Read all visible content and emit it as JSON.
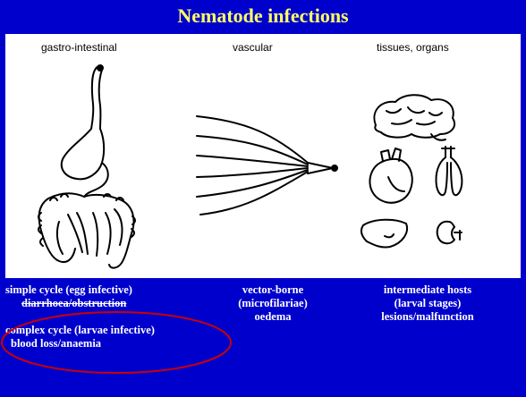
{
  "title": "Nematode infections",
  "columns": {
    "gi": {
      "label": "gastro-intestinal"
    },
    "vascular": {
      "label": "vascular"
    },
    "tissues": {
      "label": "tissues, organs"
    }
  },
  "captions": {
    "simple": {
      "line1": "simple cycle (egg infective)",
      "line2": "diarrhoea/obstruction"
    },
    "complex": {
      "line1": "complex cycle (larvae infective)",
      "line2": "blood loss/anaemia"
    },
    "vector": {
      "line1": "vector-borne",
      "line2": "(microfilariae)",
      "line3": "oedema"
    },
    "intermediate": {
      "line1": "intermediate hosts",
      "line2": "(larval stages)",
      "line3": "lesions/malfunction"
    }
  },
  "colors": {
    "background": "#0000cc",
    "title": "#ffff66",
    "highlight_ring": "#cc0000"
  }
}
